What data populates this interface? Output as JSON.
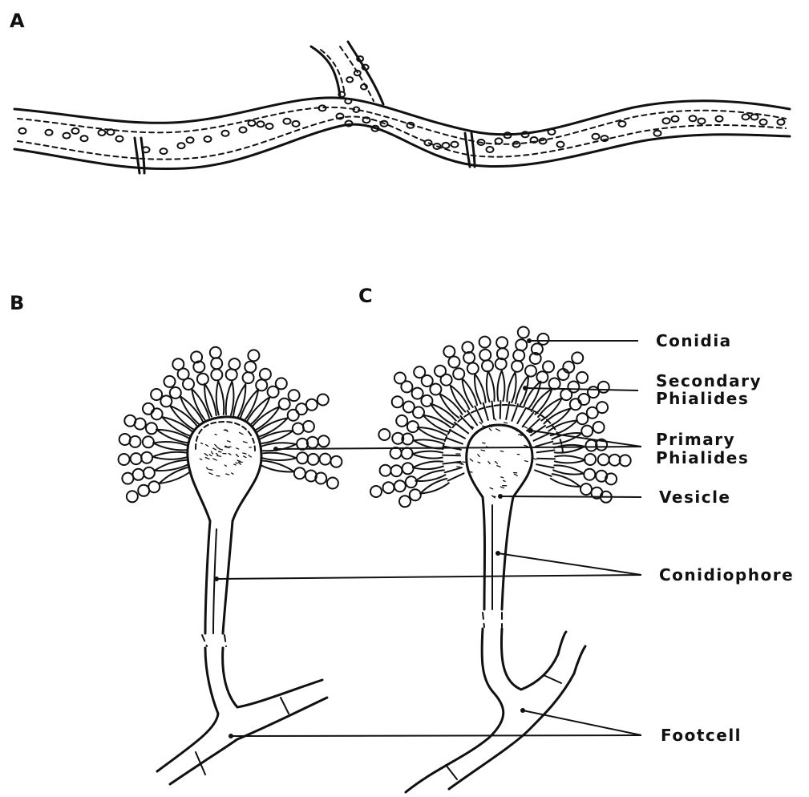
{
  "panels": {
    "a": "A",
    "b": "B",
    "c": "C"
  },
  "labels": {
    "conidia": "Conidia",
    "secondary_phialides_1": "Secondary",
    "secondary_phialides_2": "Phialides",
    "primary_phialides_1": "Primary",
    "primary_phialides_2": "Phialides",
    "vesicle": "Vesicle",
    "conidiophore": "Conidiophore",
    "footcell": "Footcell"
  },
  "colors": {
    "ink": "#111111",
    "background": "#ffffff"
  }
}
